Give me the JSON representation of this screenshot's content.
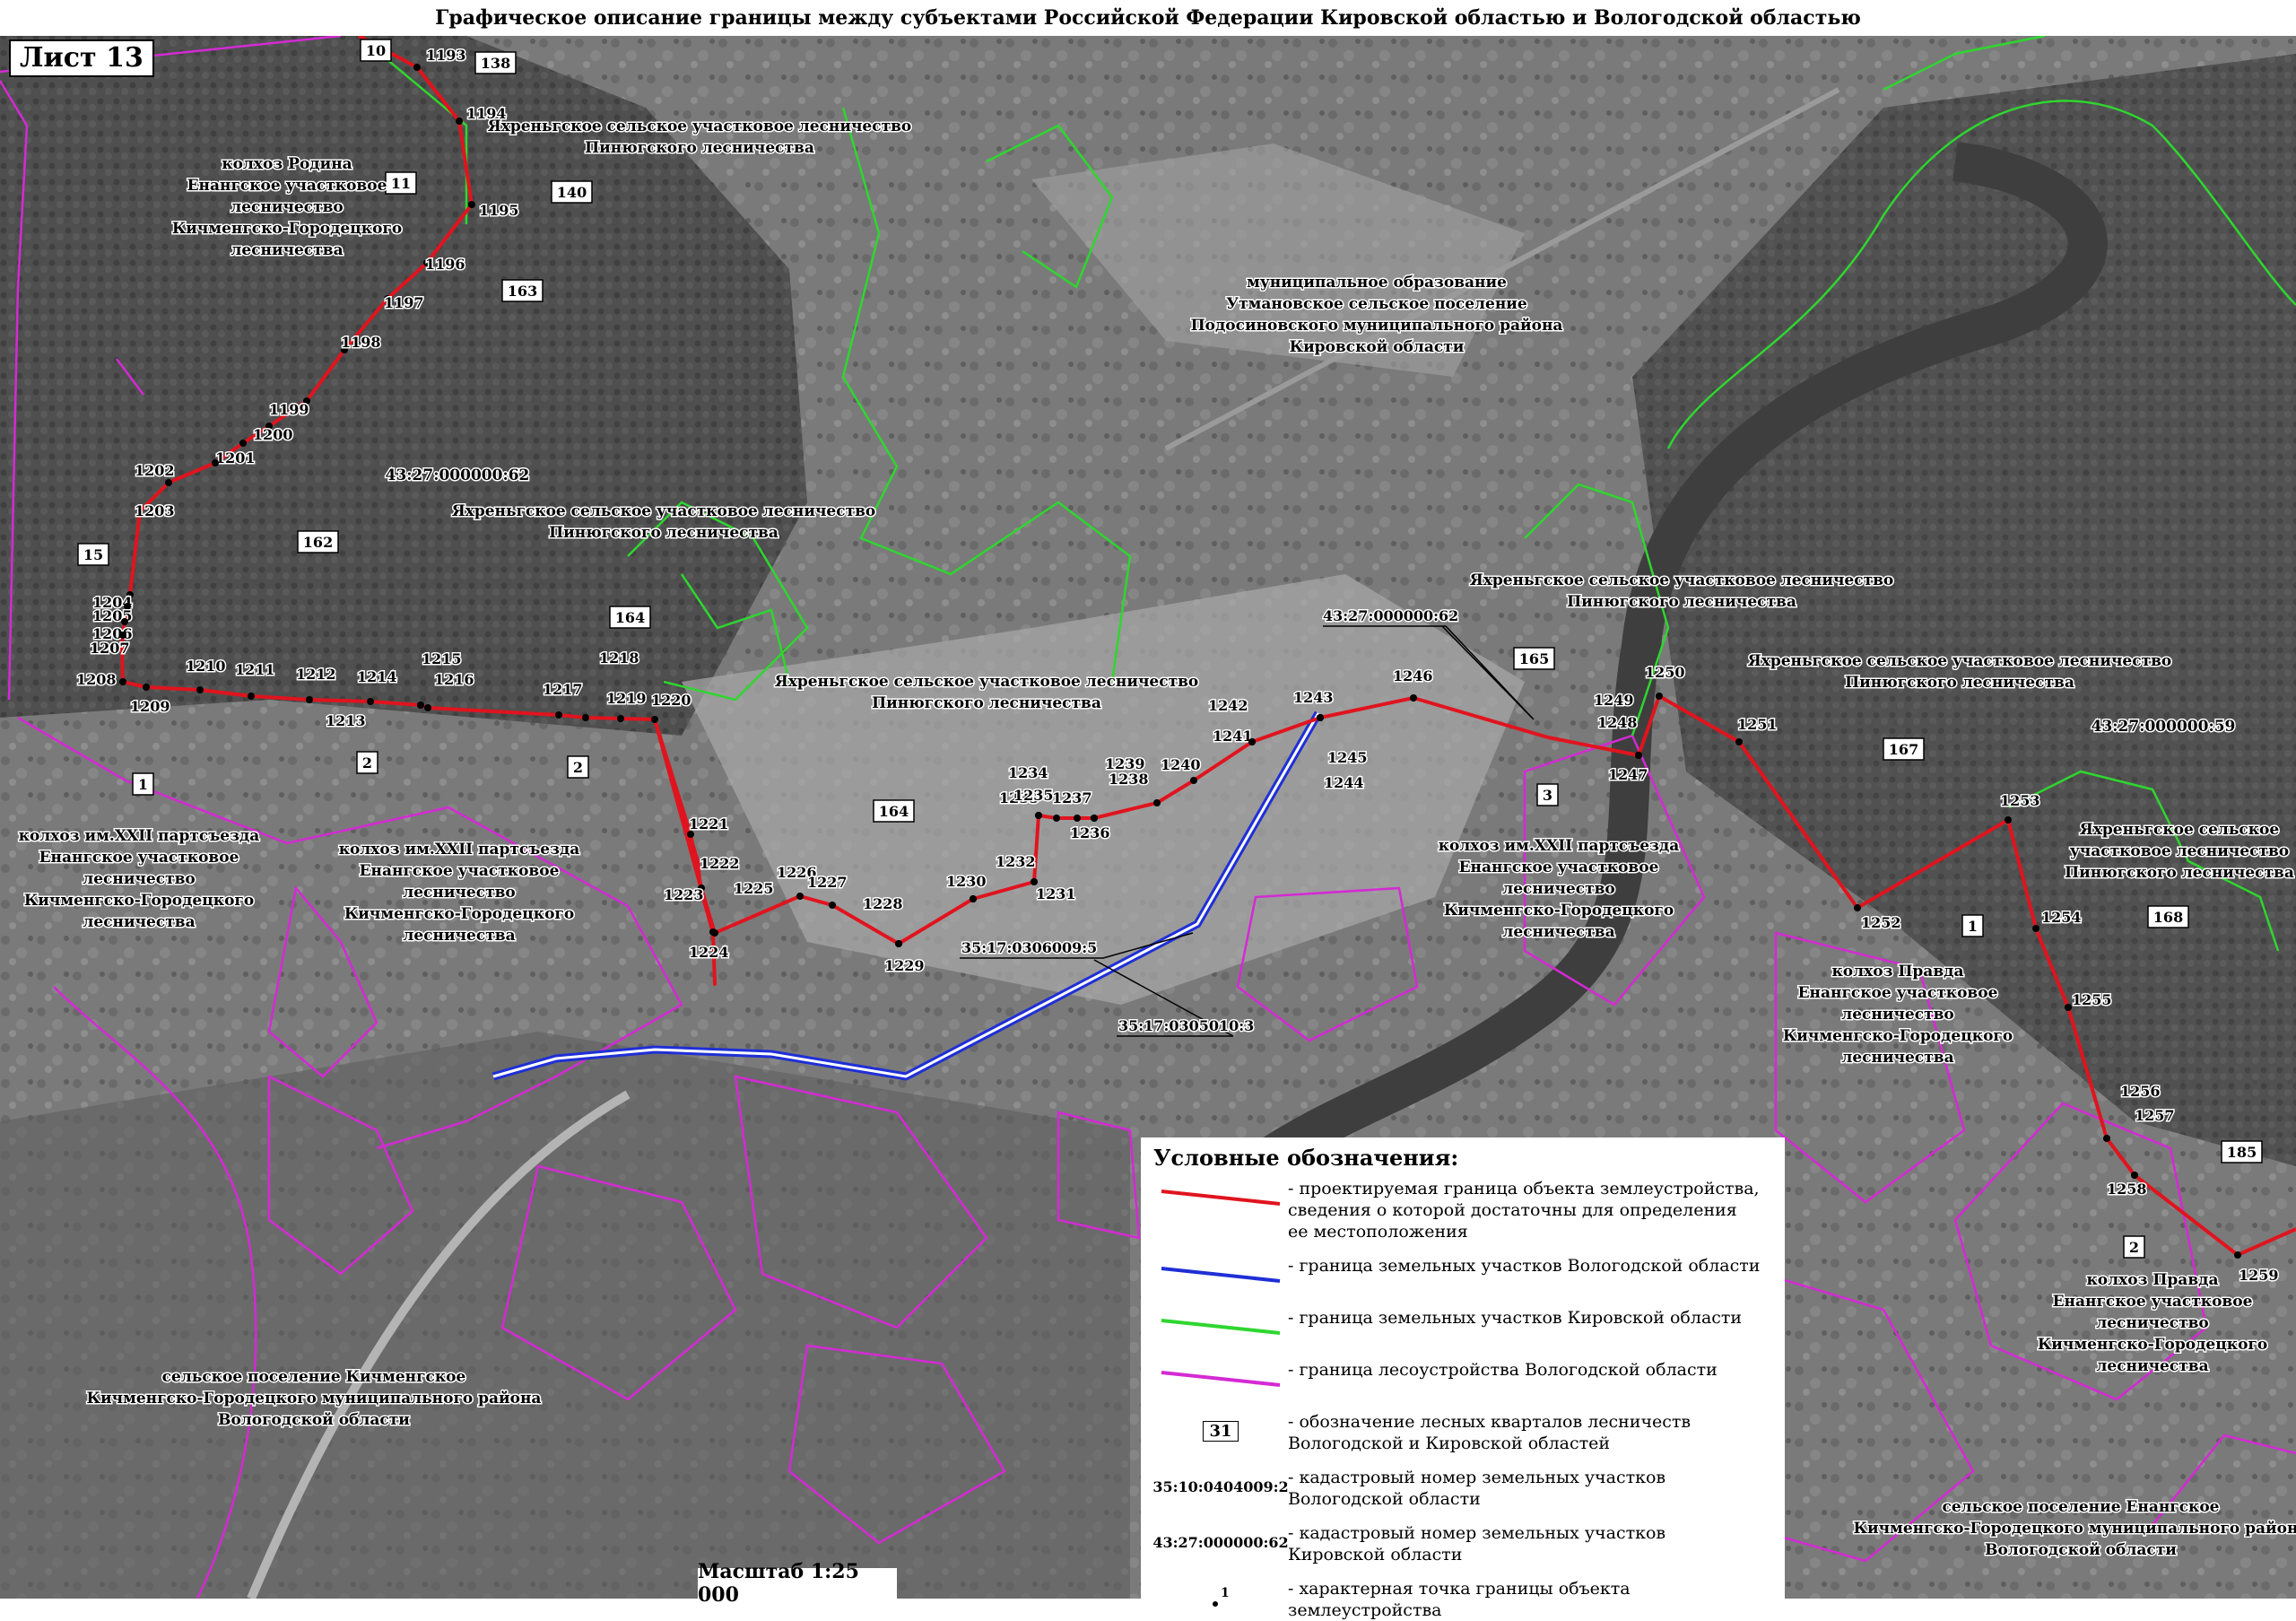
{
  "title": "Графическое описание границы между субъектами Российской Федерации Кировской областью и Вологодской областью",
  "sheet_label": "Лист 13",
  "scale": "Масштаб 1:25 000",
  "colors": {
    "project_boundary": "#e0141e",
    "vologda_parcels": "#1f2fd6",
    "kirov_parcels": "#2fd62f",
    "forest_vologda": "#d42ad4",
    "map_background": "#7d7d7d"
  },
  "area_labels": [
    {
      "text": "колхоз Родина\nЕнангское участковое\nлесничество\nКичменгско-Городецкого\nлесничества"
    },
    {
      "text": "Яхреньгское сельское участковое лесничество\nПинюгского лесничества"
    },
    {
      "text": "муниципальное образование\nУтмановское сельское поселение\nПодосиновского муниципального района\nКировской области"
    },
    {
      "text": "43:27:000000:62"
    },
    {
      "text": "Яхреньгское сельское участковое лесничество\nПинюгского лесничества"
    },
    {
      "text": "Яхреньгское сельское участковое лесничество\nПинюгского лесничества"
    },
    {
      "text": "Яхреньгское сельское участковое лесничество\nПинюгского лесничества"
    },
    {
      "text": "Яхреньгское сельское участковое лесничество\nПинюгского лесничества"
    },
    {
      "text": "43:27:000000:59"
    },
    {
      "text": "Яхреньгское сельское\nучастковое лесничество\nПинюгского лесничества"
    },
    {
      "text": "колхоз им.XXII партсъезда\nЕнангское участковое\nлесничество\nКичменгско-Городецкого\nлесничества"
    },
    {
      "text": "колхоз им.XXII партсъезда\nЕнангское участковое\nлесничество\nКичменгско-Городецкого\nлесничества"
    },
    {
      "text": "колхоз им.XXII партсъезда\nЕнангское участковое\nлесничество\nКичменгско-Городецкого\nлесничества"
    },
    {
      "text": "колхоз Правда\nЕнангское участковое\nлесничество\nКичменгско-Городецкого\nлесничества"
    },
    {
      "text": "колхоз Правда\nЕнангское участковое\nлесничество\nКичменгско-Городецкого\nлесничества"
    },
    {
      "text": "сельское поселение Кичменгское\nКичменгско-Городецкого муниципального района\nВологодской области"
    },
    {
      "text": "сельское поселение Енангское\nКичменгско-Городецкого муниципального района\nВологодской области"
    }
  ],
  "cadastral_callouts": [
    {
      "text": "43:27:000000:62"
    },
    {
      "text": "35:17:0306009:5"
    },
    {
      "text": "35:17:0305010:3"
    }
  ],
  "quarters": [
    "10",
    "138",
    "11",
    "140",
    "163",
    "162",
    "15",
    "164",
    "164",
    "165",
    "167",
    "168",
    "185",
    "1",
    "2",
    "2",
    "3",
    "1",
    "2"
  ],
  "boundary_points": [
    {
      "label": "1193"
    },
    {
      "label": "1194"
    },
    {
      "label": "1195"
    },
    {
      "label": "1196"
    },
    {
      "label": "1197"
    },
    {
      "label": "1198"
    },
    {
      "label": "1199"
    },
    {
      "label": "1200"
    },
    {
      "label": "1201"
    },
    {
      "label": "1202"
    },
    {
      "label": "1203"
    },
    {
      "label": "1204"
    },
    {
      "label": "1205"
    },
    {
      "label": "1206"
    },
    {
      "label": "1207"
    },
    {
      "label": "1208"
    },
    {
      "label": "1209"
    },
    {
      "label": "1210"
    },
    {
      "label": "1211"
    },
    {
      "label": "1212"
    },
    {
      "label": "1213"
    },
    {
      "label": "1214"
    },
    {
      "label": "1215"
    },
    {
      "label": "1216"
    },
    {
      "label": "1217"
    },
    {
      "label": "1218"
    },
    {
      "label": "1219"
    },
    {
      "label": "1220"
    },
    {
      "label": "1221"
    },
    {
      "label": "1222"
    },
    {
      "label": "1223"
    },
    {
      "label": "1224"
    },
    {
      "label": "1225"
    },
    {
      "label": "1226"
    },
    {
      "label": "1227"
    },
    {
      "label": "1228"
    },
    {
      "label": "1229"
    },
    {
      "label": "1230"
    },
    {
      "label": "1231"
    },
    {
      "label": "1232"
    },
    {
      "label": "1233"
    },
    {
      "label": "1234"
    },
    {
      "label": "1235"
    },
    {
      "label": "1236"
    },
    {
      "label": "1237"
    },
    {
      "label": "1238"
    },
    {
      "label": "1239"
    },
    {
      "label": "1240"
    },
    {
      "label": "1241"
    },
    {
      "label": "1242"
    },
    {
      "label": "1243"
    },
    {
      "label": "1244"
    },
    {
      "label": "1245"
    },
    {
      "label": "1246"
    },
    {
      "label": "1247"
    },
    {
      "label": "1248"
    },
    {
      "label": "1249"
    },
    {
      "label": "1250"
    },
    {
      "label": "1251"
    },
    {
      "label": "1252"
    },
    {
      "label": "1253"
    },
    {
      "label": "1254"
    },
    {
      "label": "1255"
    },
    {
      "label": "1256"
    },
    {
      "label": "1257"
    },
    {
      "label": "1258"
    },
    {
      "label": "1259"
    }
  ],
  "legend": {
    "title": "Условные обозначения:",
    "items": [
      {
        "kind": "red-line",
        "text": "- проектируемая граница объекта землеустройства,\nсведения о которой достаточны для определения\nее местоположения"
      },
      {
        "kind": "blue-line",
        "text": "- граница земельных участков Вологодской области"
      },
      {
        "kind": "green-line",
        "text": "- граница земельных участков Кировской области"
      },
      {
        "kind": "magenta-line",
        "text": "- граница лесоустройства Вологодской области"
      },
      {
        "kind": "quarter-box",
        "symbol": "31",
        "text": "- обозначение лесных кварталов лесничеств\nВологодской и Кировской областей"
      },
      {
        "kind": "cadastral",
        "symbol": "35:10:0404009:2",
        "text": "- кадастровый номер земельных участков\nВологодской области"
      },
      {
        "kind": "cadastral",
        "symbol": "43:27:000000:62",
        "text": "- кадастровый номер земельных участков\nКировской области"
      },
      {
        "kind": "point",
        "symbol": "1",
        "text": "- характерная точка границы объекта землеустройства"
      }
    ]
  }
}
